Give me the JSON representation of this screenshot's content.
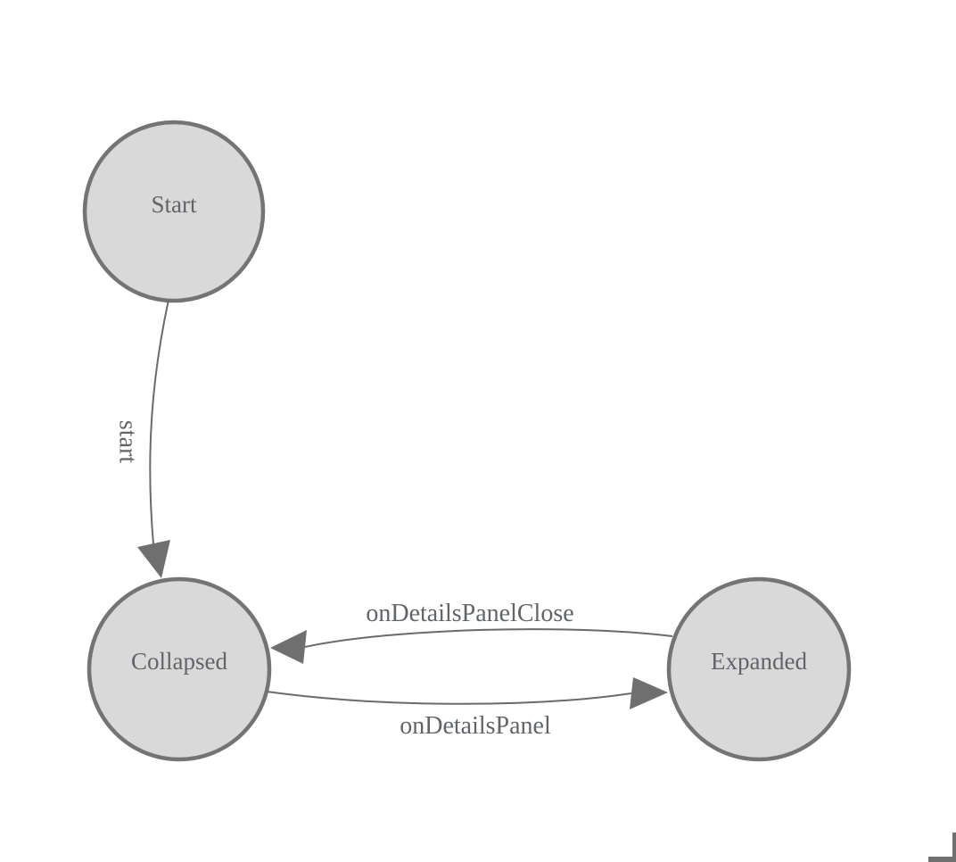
{
  "colors": {
    "node_fill": "#d9d9d9",
    "node_stroke": "#747474",
    "edge_stroke": "#6b6b6b",
    "arrow_fill": "#6f6f6f",
    "label_color": "#616468",
    "corner_color": "#6f6f6f"
  },
  "nodes": [
    {
      "id": "start",
      "label": "Start"
    },
    {
      "id": "collapsed",
      "label": "Collapsed"
    },
    {
      "id": "expanded",
      "label": "Expanded"
    }
  ],
  "edges": [
    {
      "id": "start-transition",
      "label": "start",
      "from": "Start",
      "to": "Collapsed"
    },
    {
      "id": "on-details-panel-close",
      "label": "onDetailsPanelClose",
      "from": "Expanded",
      "to": "Collapsed"
    },
    {
      "id": "on-details-panel",
      "label": "onDetailsPanel",
      "from": "Collapsed",
      "to": "Expanded"
    }
  ]
}
